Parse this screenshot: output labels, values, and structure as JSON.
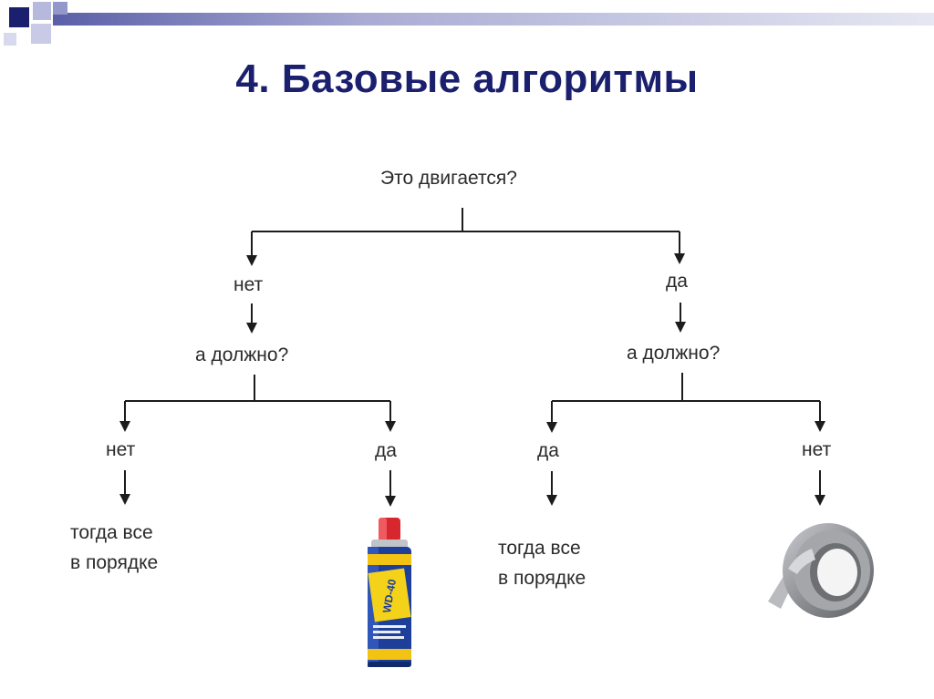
{
  "slide": {
    "title": "4. Базовые алгоритмы",
    "colors": {
      "title": "#1a1f6e",
      "text": "#2b2b2b",
      "lines": "#1c1c1c",
      "accent_dark": "#1a1f6e",
      "accent_light": "#b7b9dc"
    }
  },
  "tree": {
    "root": "Это двигается?",
    "left": {
      "answer": "нет",
      "question": "а должно?",
      "left": {
        "answer": "нет",
        "result_lines": [
          "тогда все",
          "в порядке"
        ]
      },
      "right": {
        "answer": "да",
        "result_image": "wd40-spray-can-icon",
        "can_label": "WD-40"
      }
    },
    "right": {
      "answer": "да",
      "question": "а должно?",
      "left": {
        "answer": "да",
        "result_lines": [
          "тогда все",
          "в порядке"
        ]
      },
      "right": {
        "answer": "нет",
        "result_image": "duct-tape-roll-icon"
      }
    }
  }
}
